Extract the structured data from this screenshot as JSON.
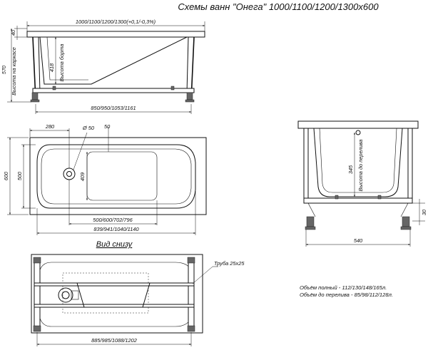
{
  "title": "Схемы ванн \"Онега\" 1000/1100/1200/1300х600",
  "side_view": {
    "length_dim": "1000/1100/1200/1300(+0,1/-0,3%)",
    "height_40": "40",
    "height_570": "570",
    "frame_label": "Высота на каркасе",
    "side_418": "418",
    "side_label": "Высота борта",
    "frame_length": "850/950/1053/1161"
  },
  "top_view": {
    "width_600": "600",
    "width_500": "500",
    "offset_280": "280",
    "drain_dia": "Ø 50",
    "offset_50": "50",
    "depth_409": "409",
    "inner_length": "500/600/702/796",
    "outer_length": "839/941/1040/1140"
  },
  "end_view": {
    "overflow_345": "345",
    "overflow_label": "Высота до перелива",
    "foot_30": "30",
    "frame_width": "540"
  },
  "bottom_view": {
    "label": "Вид снизу",
    "pipe_label": "Труба 25х25",
    "frame_length": "885/985/1088/1202"
  },
  "notes": {
    "volume_full": "Объём полный - 112/130/148/165л.",
    "volume_overflow": "Объём до перелива - 85/98/112/128л."
  }
}
